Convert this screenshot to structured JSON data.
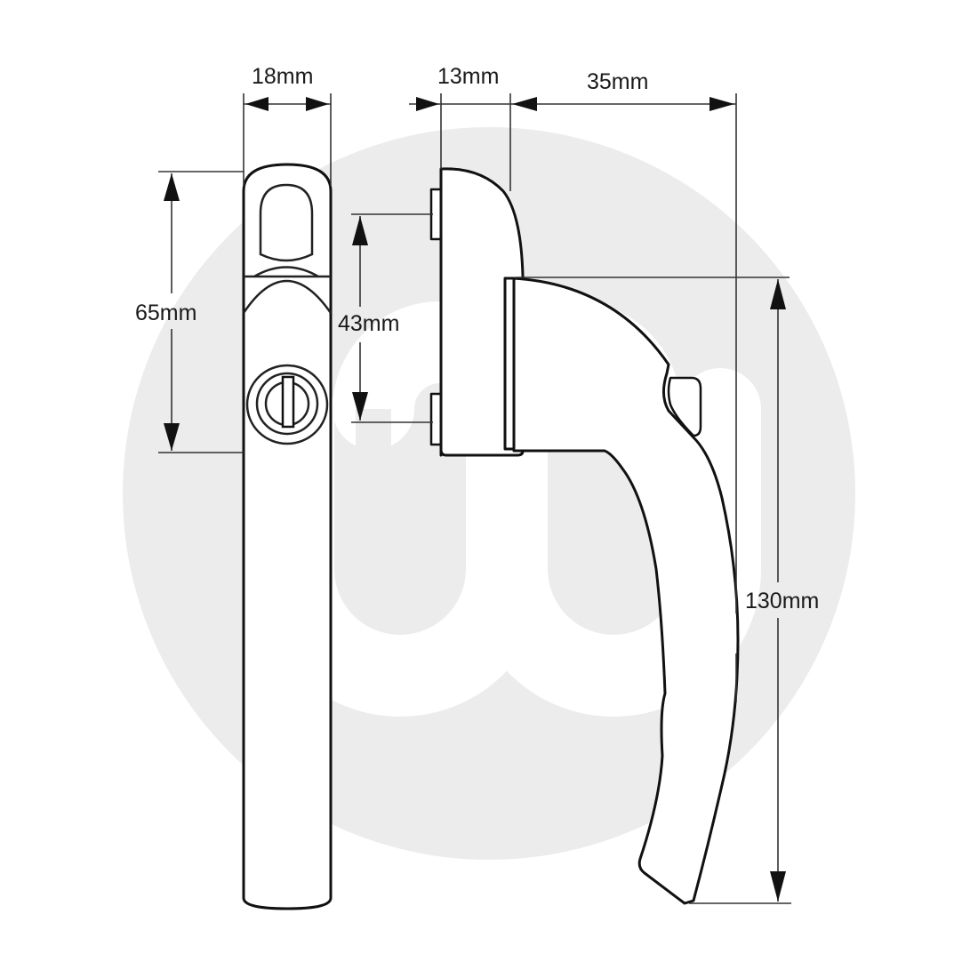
{
  "diagram": {
    "subject": "Window handle with key lock — technical dimension drawing",
    "watermark": {
      "icon": "brand-logo-watermark",
      "circle_color": "#ececec",
      "mark_color": "#ffffff"
    },
    "line_color": "#111111",
    "dimensions": {
      "front_width": "18mm",
      "base_depth": "13mm",
      "handle_projection": "35mm",
      "front_height": "65mm",
      "fixing_centres": "43mm",
      "handle_length": "130mm"
    },
    "views": [
      {
        "name": "front-view",
        "features": [
          "spindle-cap",
          "key-lock-cylinder"
        ]
      },
      {
        "name": "side-view",
        "features": [
          "mounting-base",
          "fixing-lugs",
          "lever-arm",
          "thumb-stop"
        ]
      }
    ]
  }
}
